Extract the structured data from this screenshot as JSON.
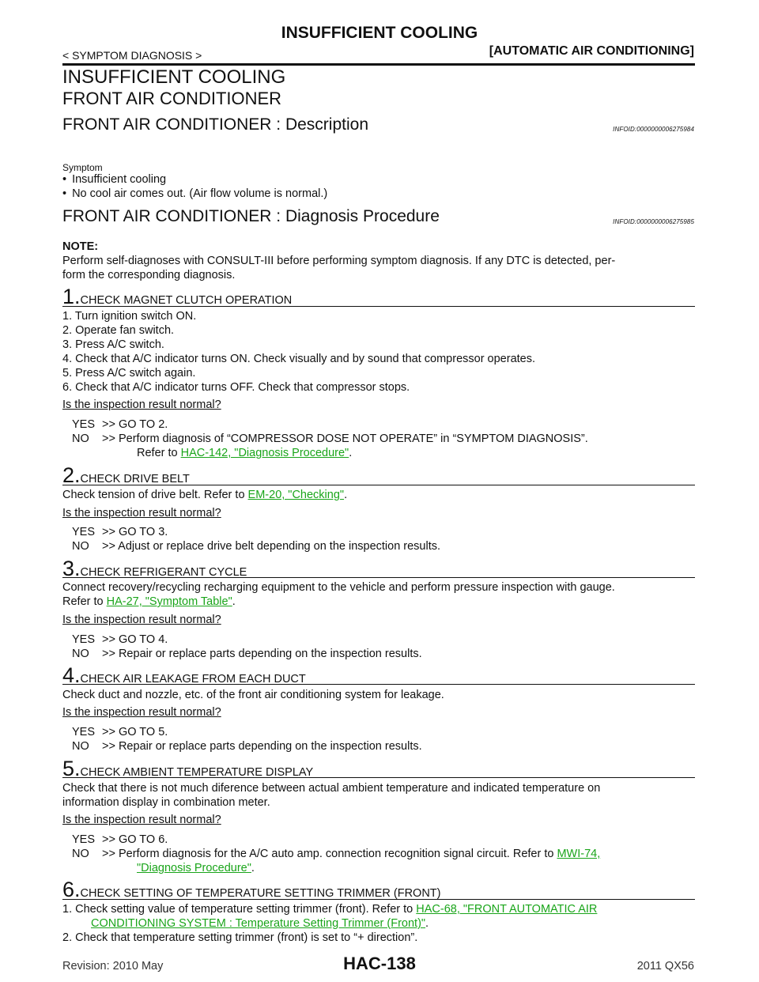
{
  "header": {
    "title": "INSUFFICIENT COOLING",
    "left": "< SYMPTOM DIAGNOSIS >",
    "right": "[AUTOMATIC AIR CONDITIONING]"
  },
  "page": {
    "h1": "INSUFFICIENT COOLING",
    "h2": "FRONT AIR CONDITIONER",
    "desc_heading": "FRONT AIR CONDITIONER : Description",
    "desc_infoid": "INFOID:0000000006275984",
    "symptom_label": "Symptom",
    "symptoms": [
      "Insufficient cooling",
      "No cool air comes out. (Air flow volume is normal.)"
    ],
    "diag_heading": "FRONT AIR CONDITIONER : Diagnosis Procedure",
    "diag_infoid": "INFOID:0000000006275985",
    "note_label": "NOTE:",
    "note_line1": "Perform self-diagnoses with CONSULT-III before performing symptom diagnosis. If any DTC is detected, per-",
    "note_line2": "form the corresponding diagnosis."
  },
  "steps": {
    "s1": {
      "num": "1.",
      "title": "CHECK MAGNET CLUTCH OPERATION",
      "items": [
        "1.  Turn ignition switch ON.",
        "2.  Operate fan switch.",
        "3.  Press A/C switch.",
        "4.  Check that A/C indicator turns ON. Check visually and by sound that compressor operates.",
        "5.  Press A/C switch again.",
        "6.  Check that A/C indicator turns OFF. Check that compressor stops."
      ],
      "question": "Is the inspection result normal?",
      "yes_label": "YES",
      "yes_text": ">> GO TO 2.",
      "no_label": "NO",
      "no_text": ">> Perform diagnosis of “COMPRESSOR DOSE NOT OPERATE” in “SYMPTOM DIAGNOSIS”.",
      "no_ref_prefix": "Refer to ",
      "no_link": "HAC-142, \"Diagnosis Procedure\"",
      "no_suffix": "."
    },
    "s2": {
      "num": "2.",
      "title": "CHECK DRIVE BELT",
      "body_prefix": "Check tension of drive belt. Refer to ",
      "body_link": "EM-20, \"Checking\"",
      "body_suffix": ".",
      "question": "Is the inspection result normal?",
      "yes_label": "YES",
      "yes_text": ">> GO TO 3.",
      "no_label": "NO",
      "no_text": ">> Adjust or replace drive belt depending on the inspection results."
    },
    "s3": {
      "num": "3.",
      "title": "CHECK REFRIGERANT CYCLE",
      "body_line1": "Connect recovery/recycling recharging equipment to the vehicle and perform pressure inspection with gauge.",
      "body_prefix": "Refer to ",
      "body_link": "HA-27, \"Symptom Table\"",
      "body_suffix": ".",
      "question": "Is the inspection result normal?",
      "yes_label": "YES",
      "yes_text": ">> GO TO 4.",
      "no_label": "NO",
      "no_text": ">> Repair or replace parts depending on the inspection results."
    },
    "s4": {
      "num": "4.",
      "title": "CHECK AIR LEAKAGE FROM EACH DUCT",
      "body": "Check duct and nozzle, etc. of the front air conditioning system for leakage.",
      "question": "Is the inspection result normal?",
      "yes_label": "YES",
      "yes_text": ">> GO TO 5.",
      "no_label": "NO",
      "no_text": ">> Repair or replace parts depending on the inspection results."
    },
    "s5": {
      "num": "5.",
      "title": "CHECK AMBIENT TEMPERATURE DISPLAY",
      "body_line1": "Check that there is not much diference between actual ambient temperature and indicated temperature on",
      "body_line2": "information display in combination meter.",
      "question": "Is the inspection result normal?",
      "yes_label": "YES",
      "yes_text": ">> GO TO 6.",
      "no_label": "NO",
      "no_text": ">> Perform diagnosis for the A/C auto amp. connection recognition signal circuit. Refer to ",
      "no_link1": "MWI-74,",
      "no_link2": "\"Diagnosis Procedure\"",
      "no_suffix": "."
    },
    "s6": {
      "num": "6.",
      "title": "CHECK SETTING OF TEMPERATURE SETTING TRIMMER (FRONT)",
      "item1_prefix": "1.  Check setting value of temperature setting trimmer (front). Refer to ",
      "item1_link1": "HAC-68, \"FRONT AUTOMATIC AIR",
      "item1_link2": "CONDITIONING SYSTEM : Temperature Setting Trimmer (Front)\"",
      "item1_suffix": ".",
      "item2": "2.  Check that temperature setting trimmer (front) is set to “+ direction”."
    }
  },
  "footer": {
    "revision": "Revision: 2010 May",
    "page_code": "HAC-138",
    "model": "2011 QX56"
  }
}
